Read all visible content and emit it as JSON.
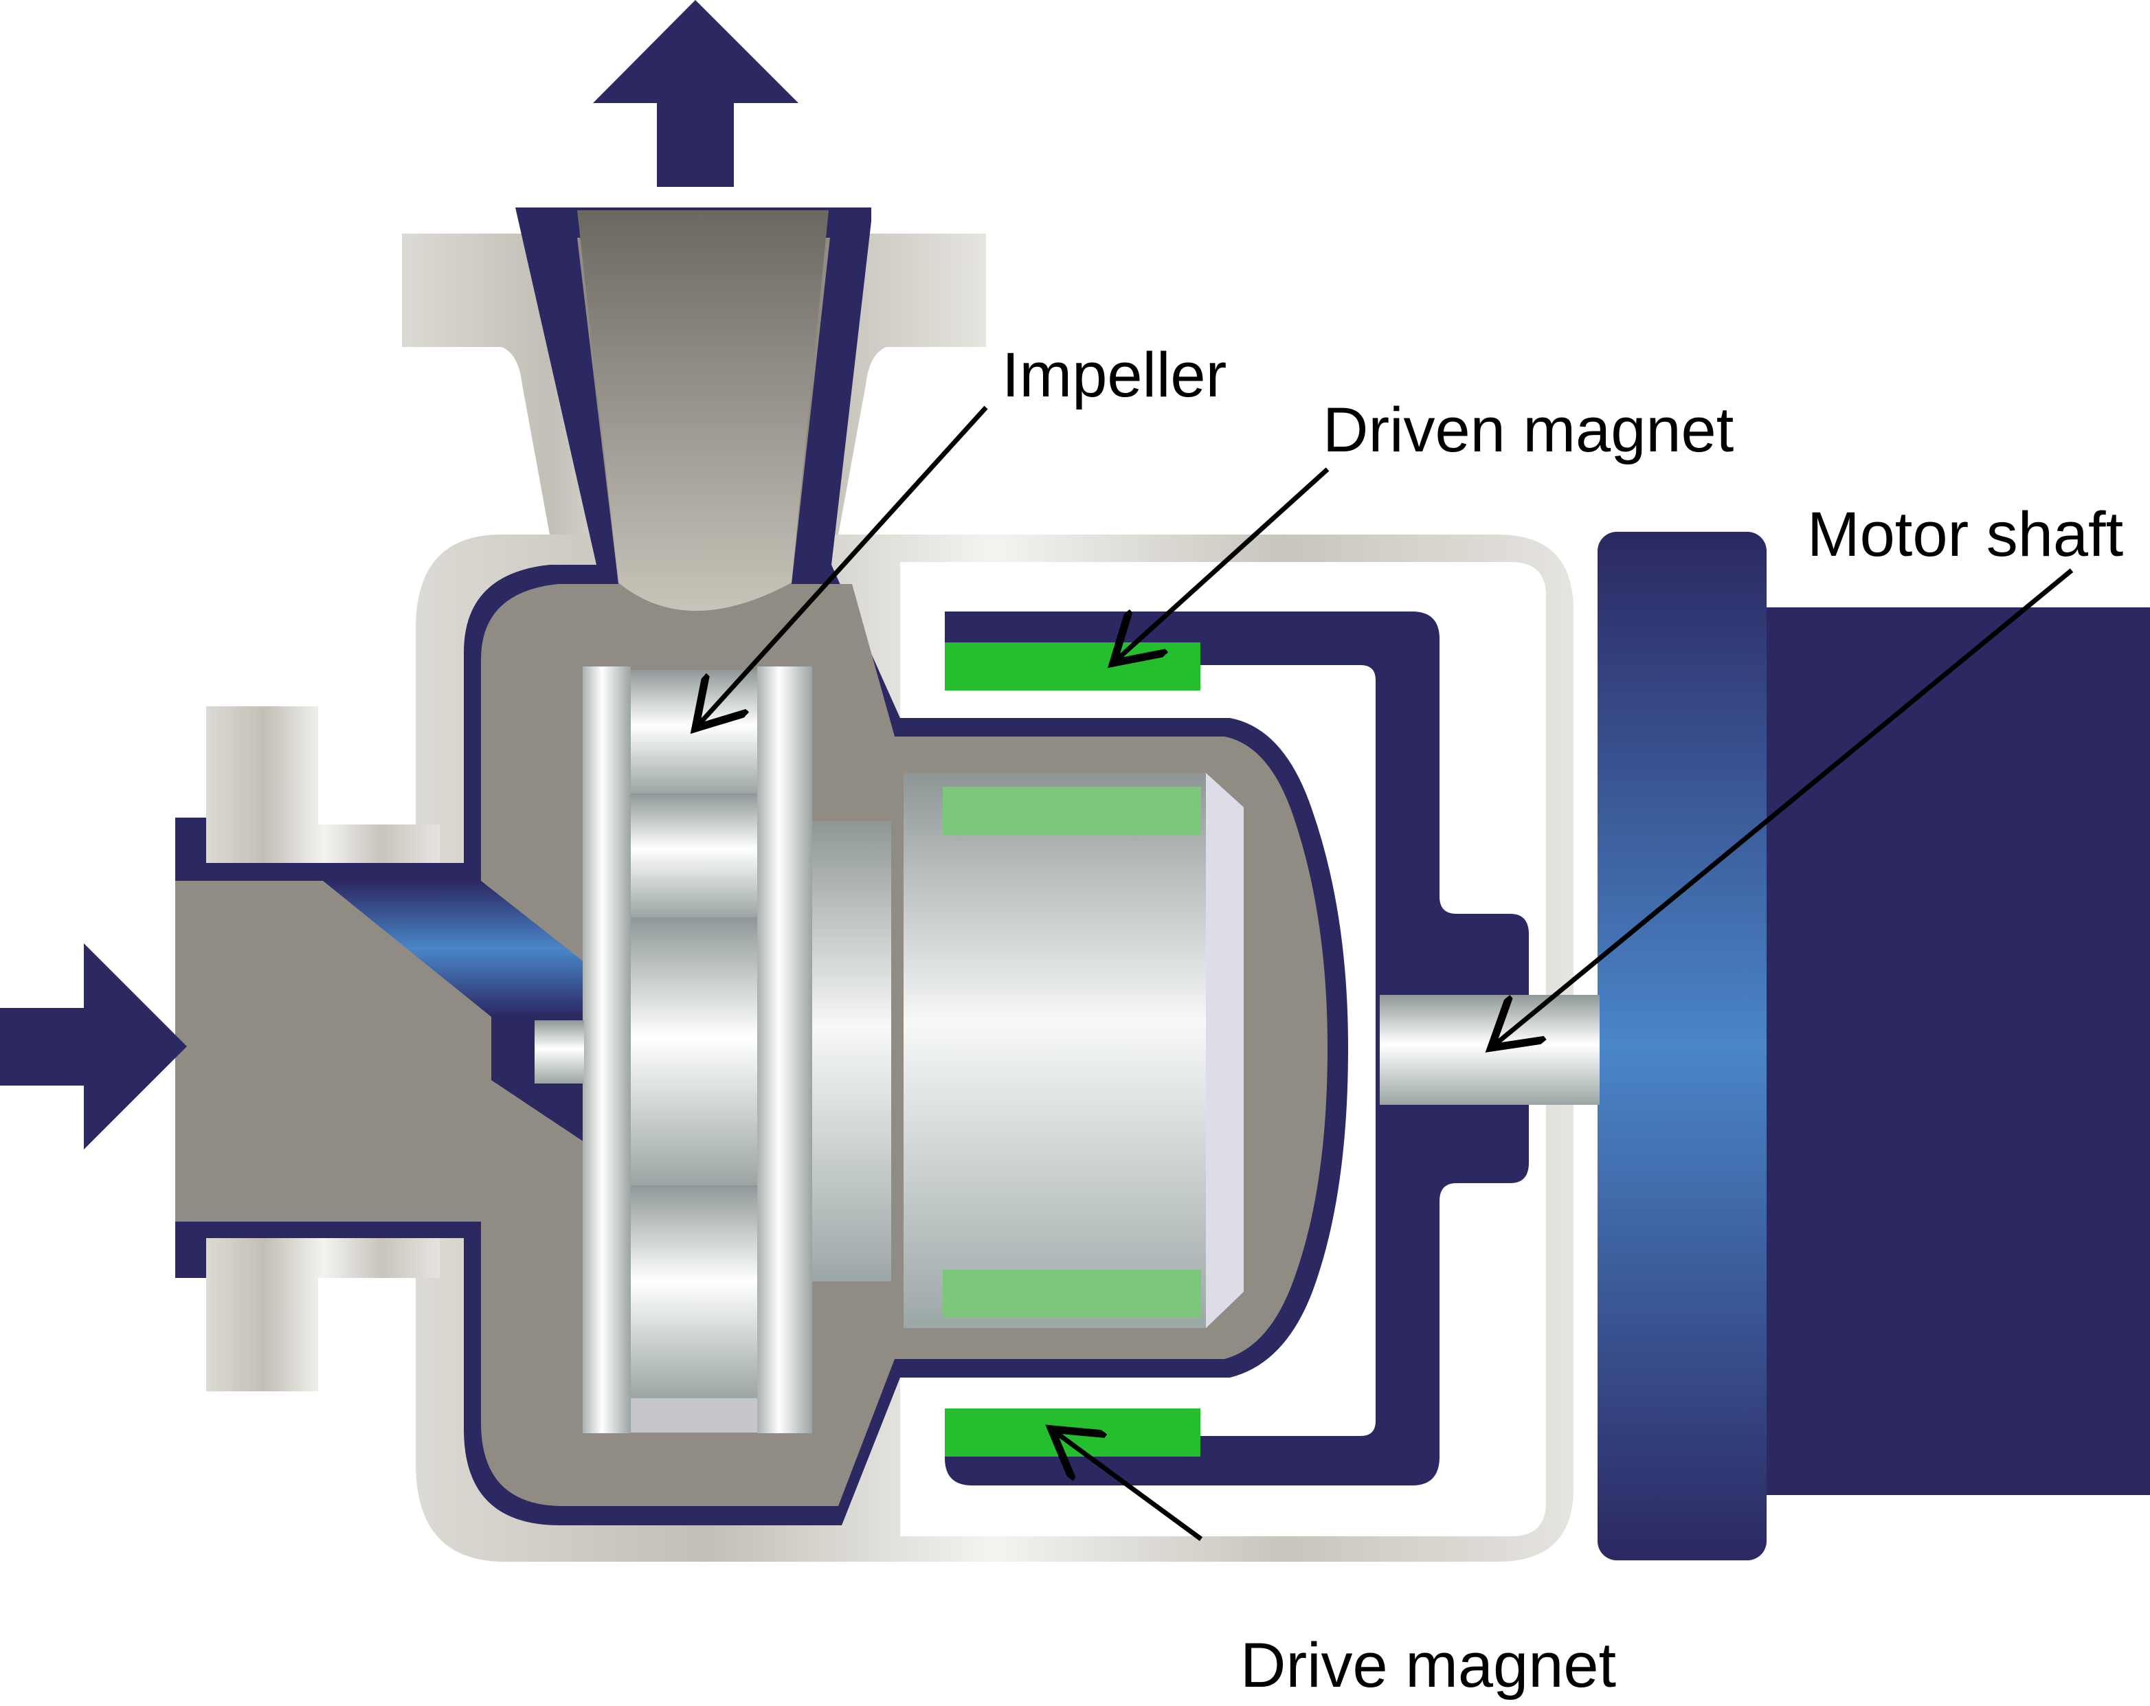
{
  "diagram": {
    "labels": {
      "impeller": "Impeller",
      "driven_magnet": "Driven magnet",
      "motor_shaft": "Motor shaft",
      "drive_magnet": "Drive magnet"
    }
  },
  "colors": {
    "navy": "#2b2862",
    "housing_light": "#e2e0da",
    "housing_shadow": "#b9b6ae",
    "fluid_gray": "#918c83",
    "magnet_green": "#25bf2e",
    "magnet_green_light": "#7cc77c",
    "steel": "#c4cccc",
    "accent_blue": "#4a86c8"
  }
}
